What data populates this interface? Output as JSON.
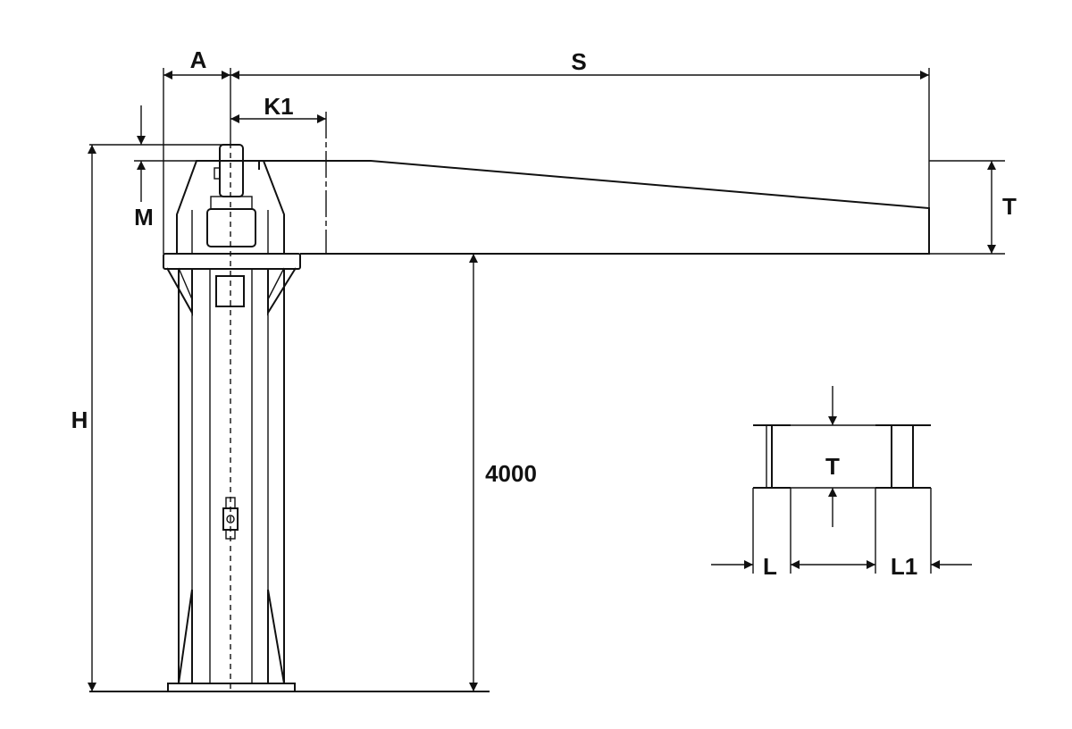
{
  "labels": {
    "A": "A",
    "S": "S",
    "K1": "K1",
    "M": "M",
    "T_beam": "T",
    "H": "H",
    "height_value": "4000",
    "T_section": "T",
    "L": "L",
    "L1": "L1"
  },
  "colors": {
    "line": "#111111",
    "background": "#ffffff"
  }
}
